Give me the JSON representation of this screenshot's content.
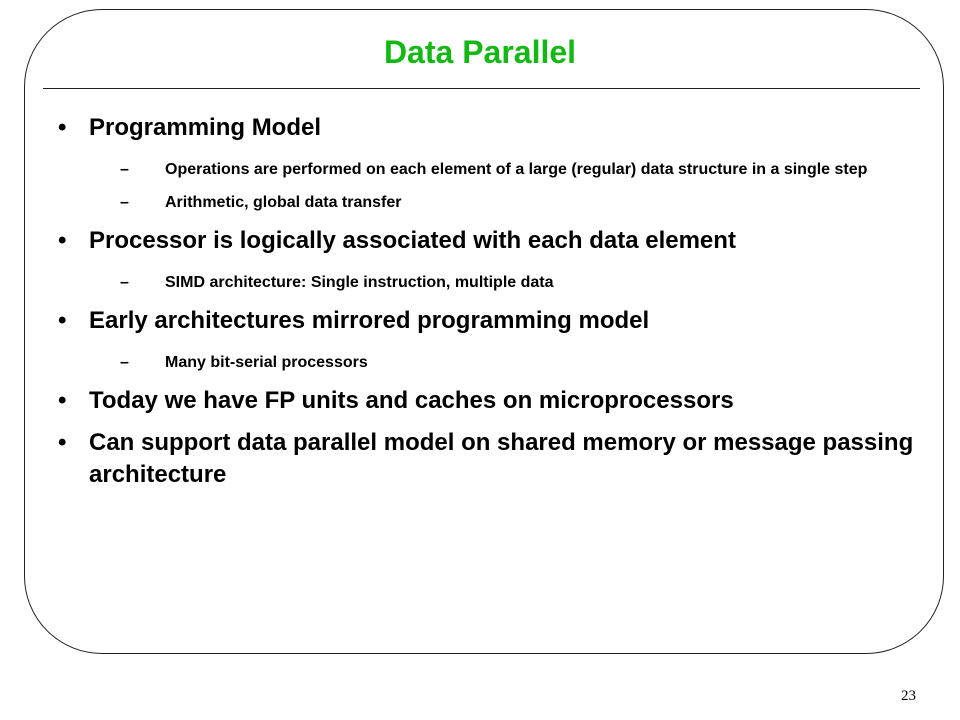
{
  "slide": {
    "title": "Data Parallel",
    "page_number": "23",
    "bullets": [
      {
        "text": "Programming Model",
        "subs": [
          "Operations are performed on each element of a large (regular) data structure in a single step",
          "Arithmetic, global data transfer"
        ]
      },
      {
        "text": "Processor is logically associated with each data element",
        "subs": [
          "SIMD architecture: Single instruction, multiple data"
        ]
      },
      {
        "text": "Early architectures mirrored programming model",
        "subs": [
          "Many bit-serial processors"
        ]
      },
      {
        "text": "Today we have FP units and caches on microprocessors",
        "subs": []
      },
      {
        "text": "Can support data parallel model on shared memory or message passing architecture",
        "subs": []
      }
    ],
    "bullet_glyph": "•",
    "dash_glyph": "–",
    "colors": {
      "title": "#14b814",
      "text": "#000000",
      "frame": "#222222"
    }
  }
}
